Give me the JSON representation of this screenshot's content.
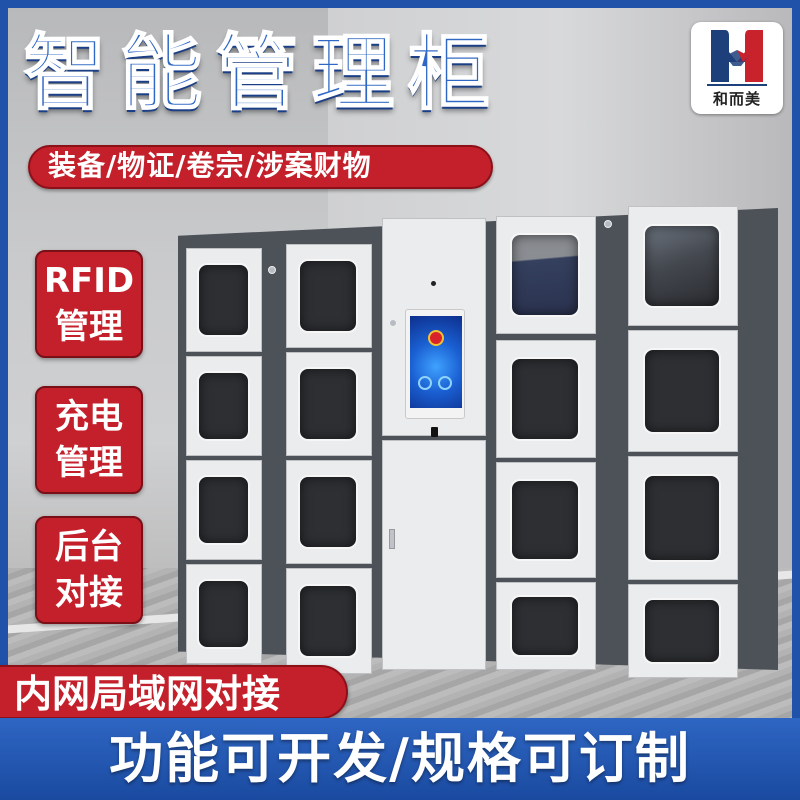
{
  "title": "智能管理柜",
  "logo": {
    "text": "和而美",
    "colors": {
      "left": "#1d3f7a",
      "right": "#c8232c"
    }
  },
  "categories_pill": "装备/物证/卷宗/涉案财物",
  "features": [
    {
      "line1": "RFID",
      "line2": "管理"
    },
    {
      "line1": "充电",
      "line2": "管理"
    },
    {
      "line1": "后台",
      "line2": "对接"
    }
  ],
  "network_tag": "内网局域网对接",
  "footer_slogan": "功能可开发/规格可订制",
  "colors": {
    "frame_blue": "#1f52a8",
    "title_blue": "#2f68c4",
    "badge_red": "#c3202b",
    "cabinet_gray": "#4d5158",
    "door_white": "#ebecee"
  }
}
